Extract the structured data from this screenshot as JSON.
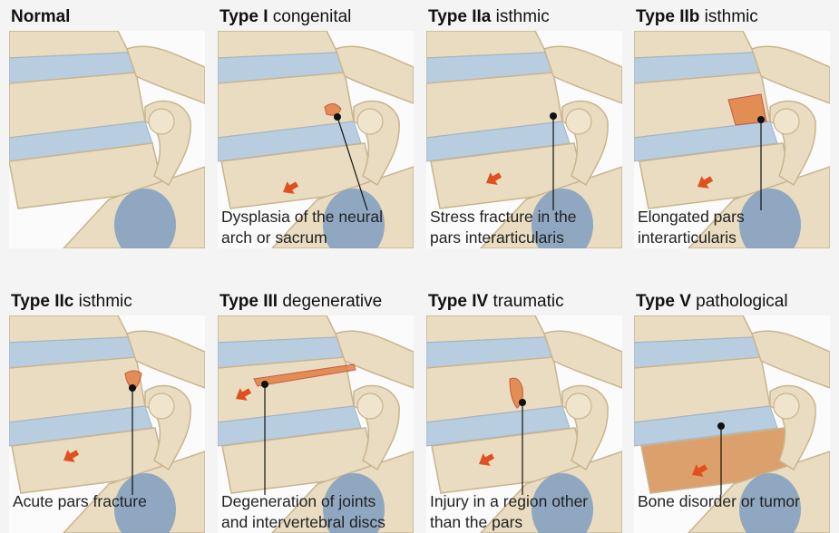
{
  "panels": [
    {
      "id": "normal",
      "type_label": "Normal",
      "subtype": "",
      "caption": [
        "",
        ""
      ]
    },
    {
      "id": "type-i",
      "type_label": "Type I",
      "subtype": "congenital",
      "caption": [
        "Dysplasia of the neural",
        "arch or sacrum"
      ]
    },
    {
      "id": "type-iia",
      "type_label": "Type IIa",
      "subtype": "isthmic",
      "caption": [
        "Stress fracture in the",
        "pars interarticularis"
      ]
    },
    {
      "id": "type-iib",
      "type_label": "Type IIb",
      "subtype": "isthmic",
      "caption": [
        "Elongated pars",
        "interarticularis"
      ]
    },
    {
      "id": "type-iic",
      "type_label": "Type IIc",
      "subtype": "isthmic",
      "caption": [
        "Acute pars fracture",
        ""
      ]
    },
    {
      "id": "type-iii",
      "type_label": "Type III",
      "subtype": "degenerative",
      "caption": [
        "Degeneration of joints",
        "and intervertebral discs"
      ]
    },
    {
      "id": "type-iv",
      "type_label": "Type IV",
      "subtype": "traumatic",
      "caption": [
        "Injury in a region other",
        "than the  pars"
      ]
    },
    {
      "id": "type-v",
      "type_label": "Type V",
      "subtype": "pathological",
      "caption": [
        "Bone disorder or tumor",
        ""
      ]
    }
  ],
  "colors": {
    "bone": "#e9dcc0",
    "bone_shade": "#c9b48e",
    "disc": "#b8cde0",
    "sacrum_canal": "#7f9ec0",
    "arrow": "#e0501e",
    "lesion": "#e07a3a",
    "pointer": "#111111",
    "background": "#f4f4f4"
  }
}
